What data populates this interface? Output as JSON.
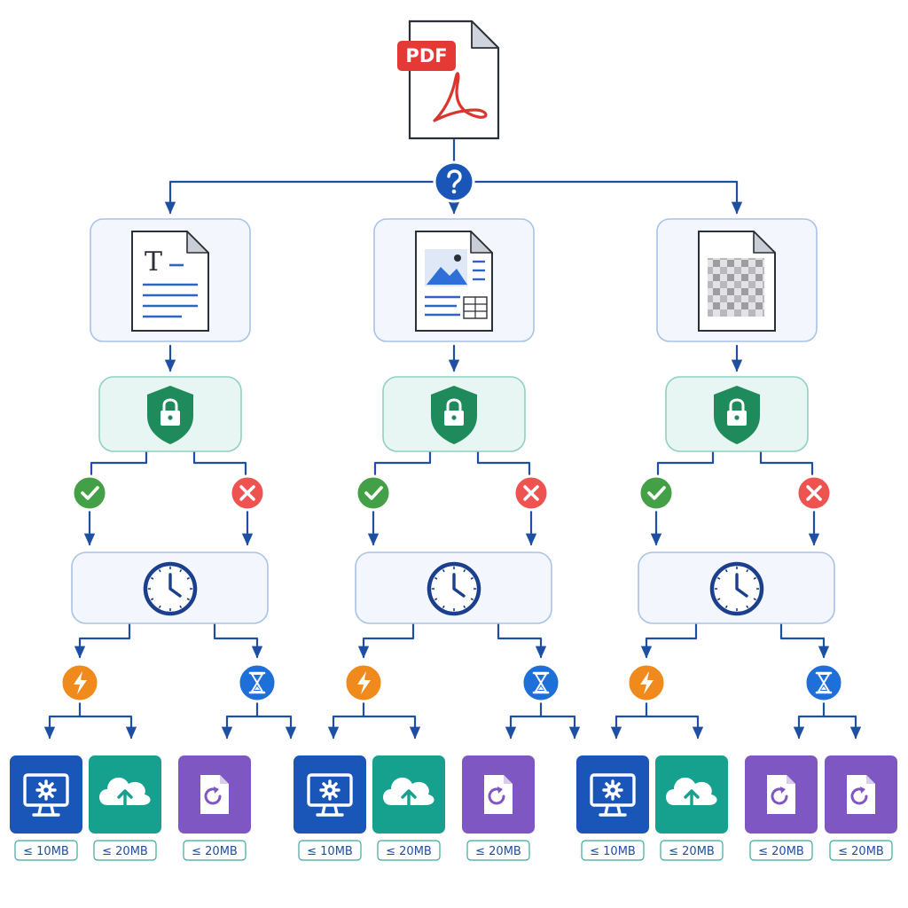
{
  "source": {
    "badge_label": "PDF",
    "badge_color": "#e53935"
  },
  "decision_icon": "question-icon",
  "branches": [
    {
      "type_icon": "text-document-icon",
      "security_icon": "shield-lock-icon",
      "yes_icon": "check-icon",
      "no_icon": "cross-icon",
      "timing_icon": "clock-icon",
      "fast_icon": "lightning-icon",
      "slow_icon": "hourglass-icon",
      "outputs": [
        {
          "icon": "desktop-settings-icon",
          "color": "#1a56b8",
          "limit": "≤ 10MB"
        },
        {
          "icon": "cloud-upload-icon",
          "color": "#16a08e",
          "limit": "≤ 20MB"
        },
        {
          "icon": "file-refresh-icon",
          "color": "#7e57c2",
          "limit": "≤ 20MB"
        }
      ]
    },
    {
      "type_icon": "mixed-layout-document-icon",
      "security_icon": "shield-lock-icon",
      "yes_icon": "check-icon",
      "no_icon": "cross-icon",
      "timing_icon": "clock-icon",
      "fast_icon": "lightning-icon",
      "slow_icon": "hourglass-icon",
      "outputs": [
        {
          "icon": "desktop-settings-icon",
          "color": "#1a56b8",
          "limit": "≤ 10MB"
        },
        {
          "icon": "cloud-upload-icon",
          "color": "#16a08e",
          "limit": "≤ 20MB"
        },
        {
          "icon": "file-refresh-icon",
          "color": "#7e57c2",
          "limit": "≤ 20MB"
        }
      ]
    },
    {
      "type_icon": "scanned-document-icon",
      "security_icon": "shield-lock-icon",
      "yes_icon": "check-icon",
      "no_icon": "cross-icon",
      "timing_icon": "clock-icon",
      "fast_icon": "lightning-icon",
      "slow_icon": "hourglass-icon",
      "outputs": [
        {
          "icon": "desktop-settings-icon",
          "color": "#1a56b8",
          "limit": "≤ 10MB"
        },
        {
          "icon": "cloud-upload-icon",
          "color": "#16a08e",
          "limit": "≤ 20MB"
        },
        {
          "icon": "file-refresh-icon",
          "color": "#7e57c2",
          "limit": "≤ 20MB"
        },
        {
          "icon": "file-refresh-icon",
          "color": "#7e57c2",
          "limit": "≤ 20MB"
        }
      ]
    }
  ],
  "colors": {
    "line": "#1e4fa3",
    "question": "#1a56b8",
    "security_fill": "#e8f6f3",
    "security_stroke": "#8fd0c3",
    "shield": "#1f8a5c",
    "yes": "#43a047",
    "no": "#ef5350",
    "fast": "#f08a1c",
    "slow": "#1e6fd8",
    "panel_fill": "#f3f7fd",
    "panel_stroke": "#a9c2e6"
  }
}
